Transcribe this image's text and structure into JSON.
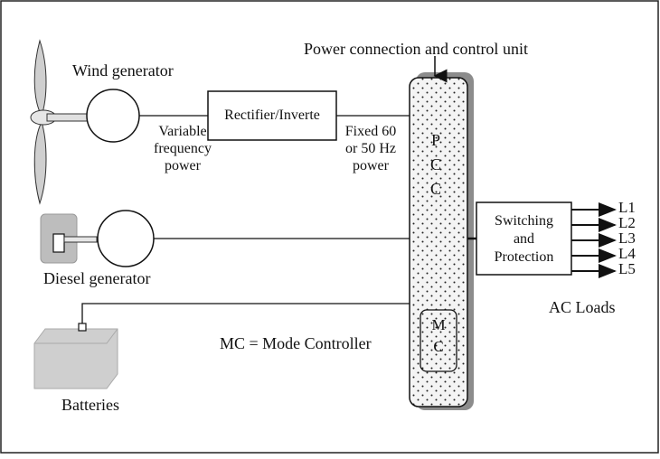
{
  "title": "Power connection and control unit",
  "components": {
    "wind_generator": "Wind generator",
    "rectifier_inverter": "Rectifier/Inverte",
    "variable_power": [
      "Variable",
      "frequency",
      "power"
    ],
    "fixed_power": [
      "Fixed 60",
      "or 50 Hz",
      "power"
    ],
    "pcc": [
      "P",
      "C",
      "C"
    ],
    "mc": [
      "M",
      "C"
    ],
    "diesel_generator": "Diesel generator",
    "batteries": "Batteries",
    "mode_controller_note": "MC = Mode Controller",
    "switching": [
      "Switching",
      "and",
      "Protection"
    ],
    "ac_loads": "AC Loads",
    "loads": [
      "L1",
      "L2",
      "L3",
      "L4",
      "L5"
    ]
  },
  "colors": {
    "line": "#111111",
    "shadow": "#8c8c8c",
    "pcc_fill": "#f4f4f4",
    "battery": "#d0d0d0",
    "diesel_body": "#b9b9b9",
    "blade": "#cfcfcf"
  }
}
